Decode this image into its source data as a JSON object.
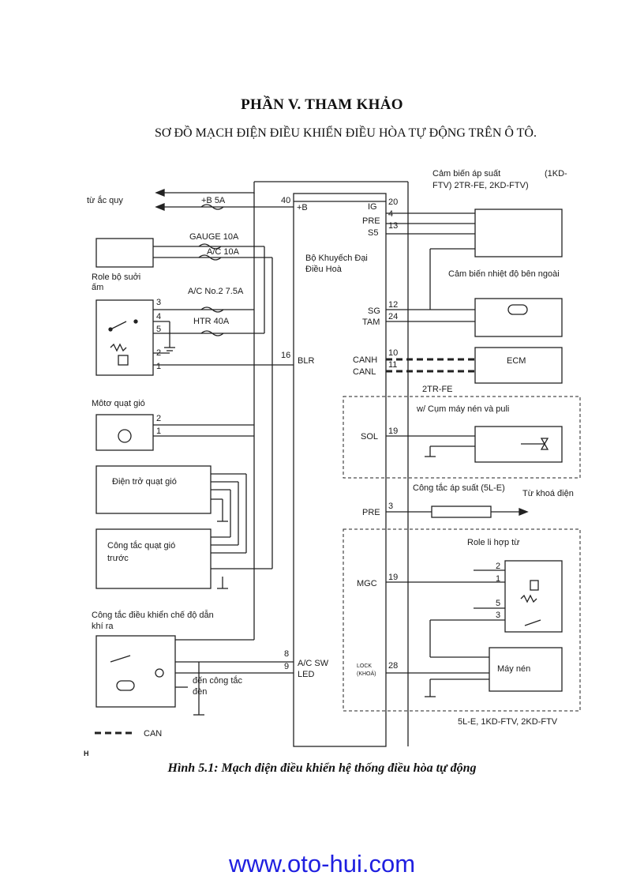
{
  "heading": {
    "title": "PHẦN V. THAM KHẢO",
    "subtitle": "SƠ ĐỒ MẠCH ĐIỆN ĐIỀU KHIỂN ĐIỀU HÒA TỰ ĐỘNG TRÊN Ô TÔ."
  },
  "diagram": {
    "ecu": {
      "label1": "Bộ Khuyếch Đại",
      "label2": "Điều Hoà"
    },
    "battery": "từ ắc quy",
    "fuse_b": "+B 5A",
    "fuse_gauge": "GAUGE 10A",
    "fuse_ac": "A/C 10A",
    "fuse_ac2": "A/C No.2 7.5A",
    "fuse_htr": "HTR 40A",
    "heater_relay": {
      "line1": "Role bộ suởi",
      "line2": "ấm"
    },
    "blower_motor": "Môtơ quạt gió",
    "blower_resistor": "Điện trở quạt gió",
    "blower_switch": {
      "line1": "Công tắc quạt gió",
      "line2": "trước"
    },
    "mode_switch": {
      "line1": "Công tắc điều khiển chế độ dẫn",
      "line2": "khí ra"
    },
    "light_switch": {
      "line1": "đến công tắc",
      "line2": "đèn"
    },
    "can_legend": "CAN",
    "corner_mark": "H",
    "pressure_sensor": {
      "line1": "Cảm biến áp suất",
      "model1": "(1KD-",
      "line2": "FTV) 2TR-FE, 2KD-FTV)"
    },
    "outside_sensor": "Cảm biến nhiệt độ bên ngoài",
    "ecm": "ECM",
    "tr_fe": "2TR-FE",
    "compressor_pulley": "w/ Cụm máy nén và puli",
    "pressure_switch": "Công tắc áp suất (5L-E)",
    "ignition": "Từ khoá điện",
    "magnetic_relay": "Role li hợp từ",
    "compressor": "Máy nén",
    "lock": {
      "line1": "LOCK",
      "line2": "(KHOÁ)"
    },
    "models_bottom": "5L-E, 1KD-FTV, 2KD-FTV",
    "ecu_pins_left": {
      "p40": "40",
      "pb": "+B",
      "p16": "16",
      "blr": "BLR",
      "p8": "8",
      "acsw": "A/C SW",
      "p9": "9",
      "led": "LED"
    },
    "ecu_pins_right": {
      "ig": "IG",
      "n20": "20",
      "pre": "PRE",
      "n4": "4",
      "s5": "S5",
      "n13": "13",
      "sg": "SG",
      "n12": "12",
      "tam": "TAM",
      "n24": "24",
      "canh": "CANH",
      "n10": "10",
      "canl": "CANL",
      "n11": "11",
      "sol": "SOL",
      "n19a": "19",
      "pre2": "PRE",
      "n3": "3",
      "mgc": "MGC",
      "n19b": "19",
      "n28": "28"
    },
    "relay_heater_pins": {
      "p3": "3",
      "p4": "4",
      "p5": "5",
      "p2": "2",
      "p1": "1"
    },
    "motor_pins": {
      "p2": "2",
      "p1": "1"
    },
    "mgc_relay_pins": {
      "p2": "2",
      "p1": "1",
      "p5": "5",
      "p3": "3"
    }
  },
  "caption": "Hình 5.1: Mạch điện điều khiển hệ thống điều hòa tự động",
  "website": "www.oto-hui.com"
}
